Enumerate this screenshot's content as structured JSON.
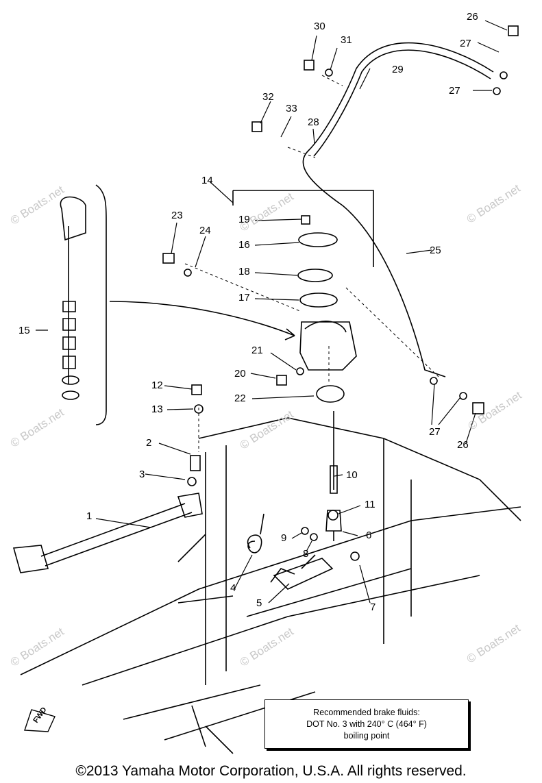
{
  "diagram": {
    "callouts": [
      {
        "id": "c26a",
        "label": "26"
      },
      {
        "id": "c27a",
        "label": "27"
      },
      {
        "id": "c27b",
        "label": "27"
      },
      {
        "id": "c30",
        "label": "30"
      },
      {
        "id": "c31",
        "label": "31"
      },
      {
        "id": "c29",
        "label": "29"
      },
      {
        "id": "c32",
        "label": "32"
      },
      {
        "id": "c33",
        "label": "33"
      },
      {
        "id": "c28",
        "label": "28"
      },
      {
        "id": "c14",
        "label": "14"
      },
      {
        "id": "c23",
        "label": "23"
      },
      {
        "id": "c24",
        "label": "24"
      },
      {
        "id": "c19",
        "label": "19"
      },
      {
        "id": "c16",
        "label": "16"
      },
      {
        "id": "c18",
        "label": "18"
      },
      {
        "id": "c17",
        "label": "17"
      },
      {
        "id": "c25",
        "label": "25"
      },
      {
        "id": "c15",
        "label": "15"
      },
      {
        "id": "c21",
        "label": "21"
      },
      {
        "id": "c20",
        "label": "20"
      },
      {
        "id": "c22",
        "label": "22"
      },
      {
        "id": "c12",
        "label": "12"
      },
      {
        "id": "c13",
        "label": "13"
      },
      {
        "id": "c27c",
        "label": "27"
      },
      {
        "id": "c26b",
        "label": "26"
      },
      {
        "id": "c2",
        "label": "2"
      },
      {
        "id": "c3",
        "label": "3"
      },
      {
        "id": "c10",
        "label": "10"
      },
      {
        "id": "c1",
        "label": "1"
      },
      {
        "id": "c11",
        "label": "11"
      },
      {
        "id": "c9",
        "label": "9"
      },
      {
        "id": "c6",
        "label": "6"
      },
      {
        "id": "c8",
        "label": "8"
      },
      {
        "id": "c4",
        "label": "4"
      },
      {
        "id": "c5",
        "label": "5"
      },
      {
        "id": "c7",
        "label": "7"
      }
    ],
    "watermark": "© Boats.net",
    "watermark_short": "Boats.net",
    "fwd_label": "FWD"
  },
  "note": {
    "line1": "Recommended brake fluids:",
    "line2": "DOT No. 3 with 240° C (464° F)",
    "line3": "boiling point"
  },
  "copyright": "©2013 Yamaha Motor Corporation, U.S.A. All rights reserved."
}
